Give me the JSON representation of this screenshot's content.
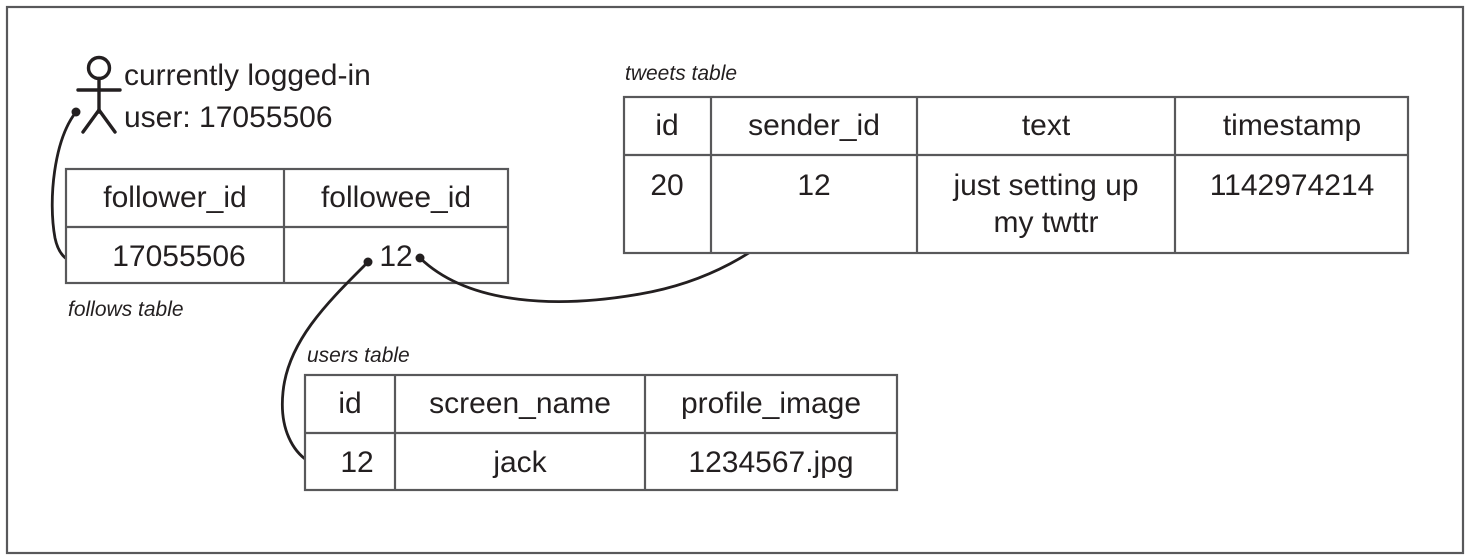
{
  "diagram": {
    "title_note": "currently logged-in user annotation with three relational tables",
    "actor": {
      "icon": "stick-figure-person",
      "line1": "currently logged-in",
      "line2": "user: 17055506"
    },
    "tables": [
      {
        "key": "follows",
        "caption": "follows table",
        "caption_position": "below",
        "columns": [
          "follower_id",
          "followee_id"
        ],
        "rows": [
          [
            "17055506",
            "12"
          ]
        ]
      },
      {
        "key": "tweets",
        "caption": "tweets table",
        "caption_position": "above",
        "columns": [
          "id",
          "sender_id",
          "text",
          "timestamp"
        ],
        "rows": [
          [
            "20",
            "12",
            "just setting up\nmy twttr",
            "1142974214"
          ]
        ],
        "text_cell_lines": [
          "just setting up",
          "my twttr"
        ]
      },
      {
        "key": "users",
        "caption": "users table",
        "caption_position": "above",
        "columns": [
          "id",
          "screen_name",
          "profile_image"
        ],
        "rows": [
          [
            "12",
            "jack",
            "1234567.jpg"
          ]
        ]
      }
    ],
    "connectors": [
      {
        "name": "actor-to-follower-id",
        "from": "currently logged-in user",
        "to": "follows.follower_id = 17055506",
        "style": "curved-arrow"
      },
      {
        "name": "followee-id-to-users-id",
        "from": "follows.followee_id = 12",
        "to": "users.id = 12",
        "style": "curved-arrow"
      },
      {
        "name": "followee-id-to-tweets-sender-id",
        "from": "follows.followee_id = 12",
        "to": "tweets.sender_id = 12",
        "style": "curved-arrow"
      }
    ],
    "colors": {
      "ink": "#231f20",
      "rule": "#58585a",
      "background": "#ffffff"
    }
  }
}
